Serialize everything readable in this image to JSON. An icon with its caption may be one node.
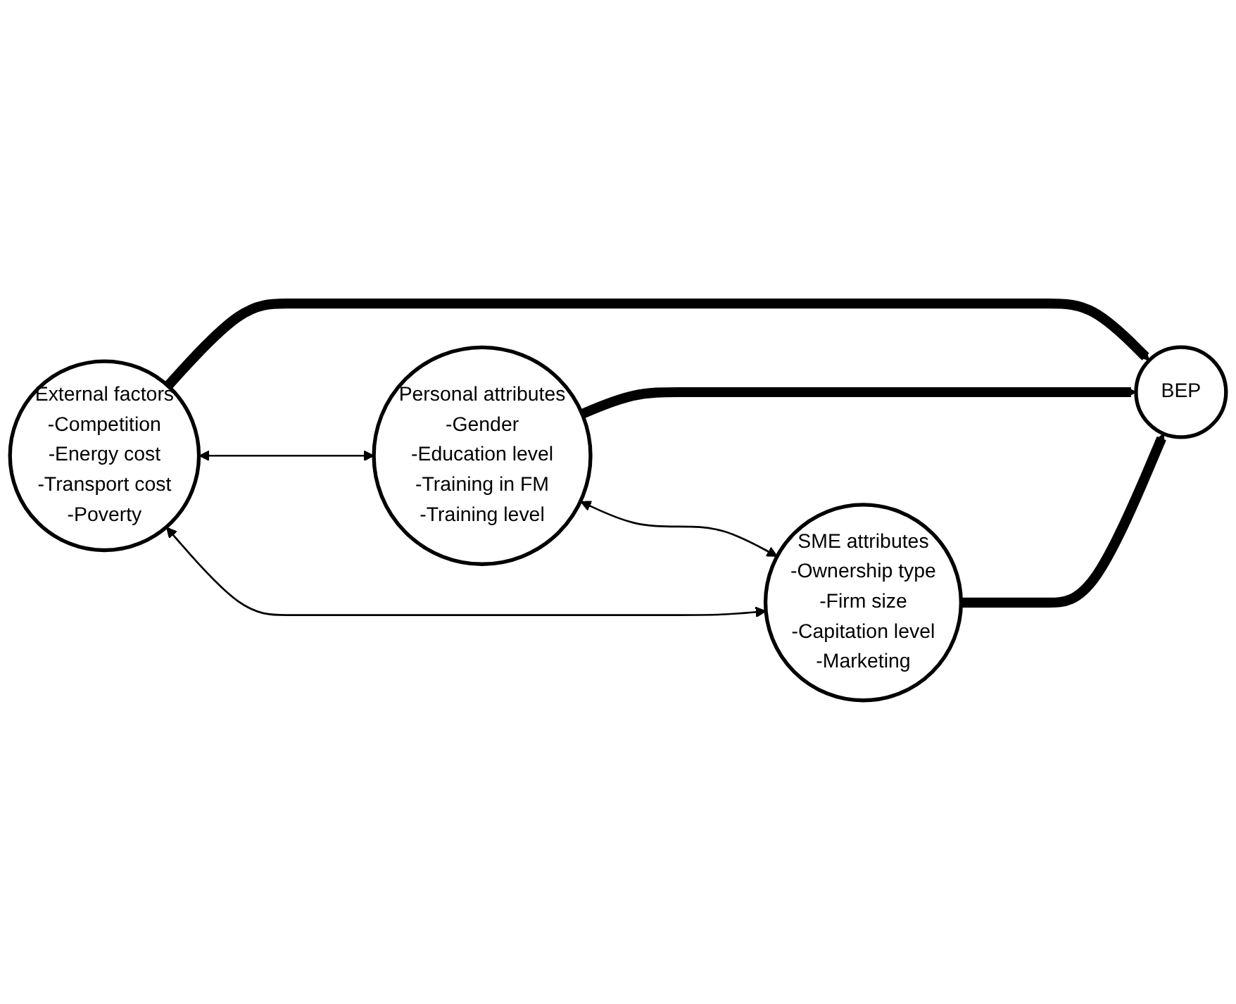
{
  "diagram": {
    "nodes": [
      {
        "text": [
          "External factors",
          "-Competition",
          "-Energy cost",
          "-Transport cost",
          "-Poverty"
        ]
      },
      {
        "text": [
          "BEP"
        ]
      },
      {
        "text": [
          "Personal attributes",
          "-Gender",
          "-Education level",
          "-Training in FM",
          "-Training level"
        ]
      },
      {
        "text": [
          "SME attributes",
          "-Ownership type",
          "-Firm size",
          "-Capitation level",
          "-Marketing"
        ]
      }
    ],
    "edges": [
      {
        "from": 0,
        "to": 1,
        "arrow": "to",
        "style": "thick"
      },
      {
        "from": 2,
        "to": 1,
        "arrow": "to",
        "style": "thick"
      },
      {
        "from": 3,
        "to": 1,
        "arrow": "to",
        "style": "thick"
      },
      {
        "from": 0,
        "to": 2,
        "arrow": "both"
      },
      {
        "from": 0,
        "to": 3,
        "arrow": "both"
      },
      {
        "from": 2,
        "to": 3,
        "arrow": "both"
      }
    ]
  }
}
